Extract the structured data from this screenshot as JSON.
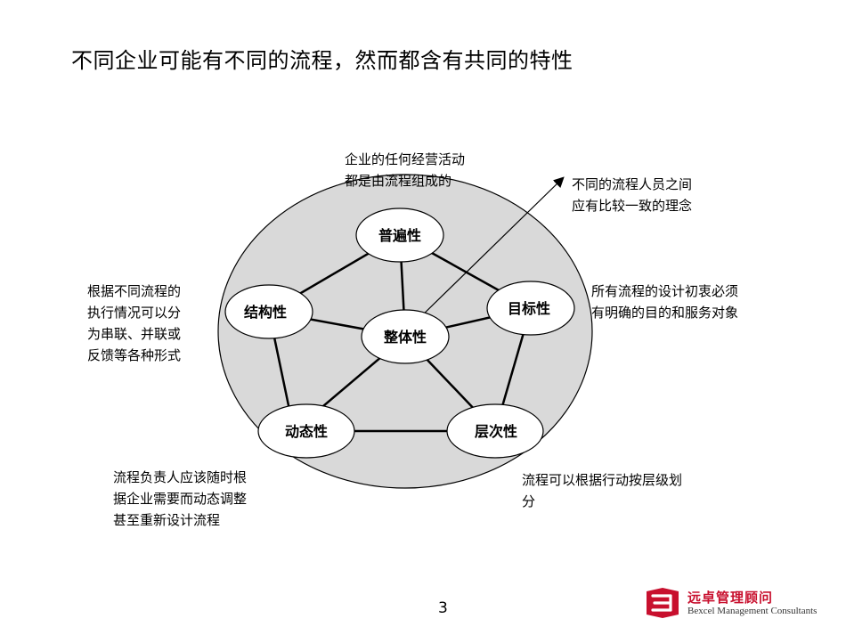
{
  "title": "不同企业可能有不同的流程，然而都含有共同的特性",
  "nodes": {
    "center": "整体性",
    "top": "普遍性",
    "right": "目标性",
    "bottom_right": "层次性",
    "bottom_left": "动态性",
    "left": "结构性"
  },
  "annotations": {
    "top": "企业的任何经营活动\n都是由流程组成的",
    "top_right": "不同的流程人员之间\n应有比较一致的理念",
    "right": "所有流程的设计初衷必须\n有明确的目的和服务对象",
    "left": "根据不同流程的\n执行情况可以分\n为串联、并联或\n反馈等各种形式",
    "bottom_left": "流程负责人应该随时根\n据企业需要而动态调整\n甚至重新设计流程",
    "bottom_right": "流程可以根据行动按层级划\n分"
  },
  "page_number": "3",
  "logo": {
    "cn": "远卓管理顾问",
    "en": "Bexcel Management Consultants",
    "color": "#c8102e"
  },
  "colors": {
    "ellipse_fill": "#d9d9d9"
  }
}
